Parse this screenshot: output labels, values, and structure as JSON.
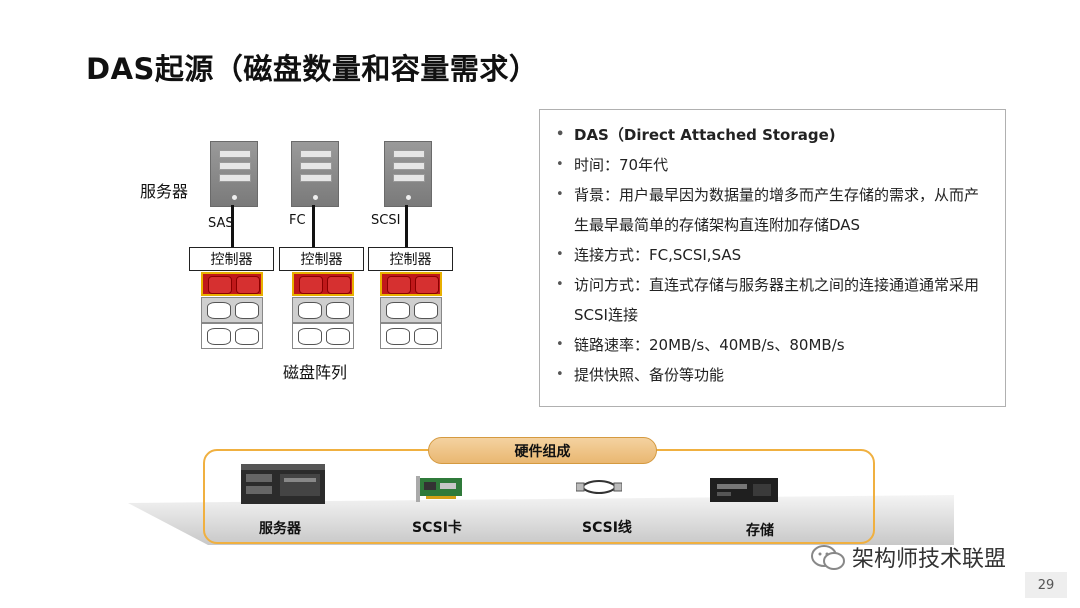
{
  "title": "DAS起源（磁盘数量和容量需求）",
  "diagram": {
    "server_label": "服务器",
    "array_label": "磁盘阵列",
    "interfaces": [
      "SAS",
      "FC",
      "SCSI"
    ],
    "controller_label": "控制器"
  },
  "info": {
    "items": [
      "DAS（Direct Attached Storage)",
      "时间：70年代",
      "背景：用户最早因为数据量的增多而产生存储的需求，从而产生最早最简单的存储架构直连附加存储DAS",
      "连接方式：FC,SCSI,SAS",
      "访问方式：直连式存储与服务器主机之间的连接通道通常采用SCSI连接",
      "链路速率：20MB/s、40MB/s、80MB/s",
      "提供快照、备份等功能"
    ]
  },
  "hardware": {
    "heading": "硬件组成",
    "items": [
      "服务器",
      "SCSI卡",
      "SCSI线",
      "存储"
    ]
  },
  "footer": {
    "brand": "架构师技术联盟",
    "page": "29"
  },
  "colors": {
    "accent_orange": "#f0b040",
    "disk_red": "#c0181a"
  }
}
